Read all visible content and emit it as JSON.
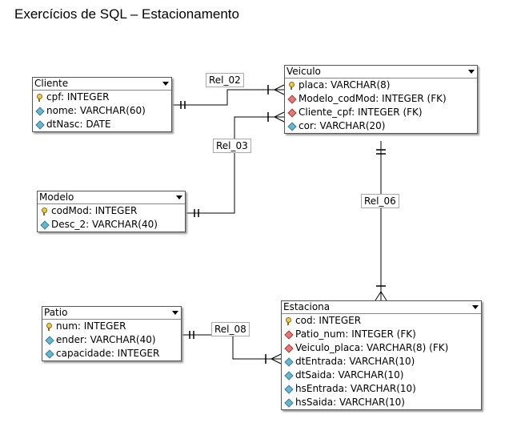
{
  "title": "Exercícios de SQL – Estacionamento",
  "entities": {
    "cliente": {
      "name": "Cliente",
      "attributes": [
        {
          "text": "cpf: INTEGER",
          "icon": "key-icon"
        },
        {
          "text": "nome: VARCHAR(60)",
          "icon": "attribute-icon"
        },
        {
          "text": "dtNasc: DATE",
          "icon": "attribute-icon"
        }
      ]
    },
    "veiculo": {
      "name": "Veiculo",
      "attributes": [
        {
          "text": "placa: VARCHAR(8)",
          "icon": "key-icon"
        },
        {
          "text": "Modelo_codMod: INTEGER (FK)",
          "icon": "foreign-key-icon"
        },
        {
          "text": "Cliente_cpf: INTEGER (FK)",
          "icon": "foreign-key-icon"
        },
        {
          "text": "cor: VARCHAR(20)",
          "icon": "attribute-icon"
        }
      ]
    },
    "modelo": {
      "name": "Modelo",
      "attributes": [
        {
          "text": "codMod: INTEGER",
          "icon": "key-icon"
        },
        {
          "text": "Desc_2: VARCHAR(40)",
          "icon": "attribute-icon"
        }
      ]
    },
    "patio": {
      "name": "Patio",
      "attributes": [
        {
          "text": "num: INTEGER",
          "icon": "key-icon"
        },
        {
          "text": "ender: VARCHAR(40)",
          "icon": "attribute-icon"
        },
        {
          "text": "capacidade: INTEGER",
          "icon": "attribute-icon"
        }
      ]
    },
    "estaciona": {
      "name": "Estaciona",
      "attributes": [
        {
          "text": "cod: INTEGER",
          "icon": "key-icon"
        },
        {
          "text": "Patio_num: INTEGER (FK)",
          "icon": "foreign-key-icon"
        },
        {
          "text": "Veiculo_placa: VARCHAR(8) (FK)",
          "icon": "foreign-key-icon"
        },
        {
          "text": "dtEntrada: VARCHAR(10)",
          "icon": "attribute-icon"
        },
        {
          "text": "dtSaida: VARCHAR(10)",
          "icon": "attribute-icon"
        },
        {
          "text": "hsEntrada: VARCHAR(10)",
          "icon": "attribute-icon"
        },
        {
          "text": "hsSaida: VARCHAR(10)",
          "icon": "attribute-icon"
        }
      ]
    }
  },
  "relationships": {
    "rel_02": "Rel_02",
    "rel_03": "Rel_03",
    "rel_06": "Rel_06",
    "rel_08": "Rel_08"
  }
}
